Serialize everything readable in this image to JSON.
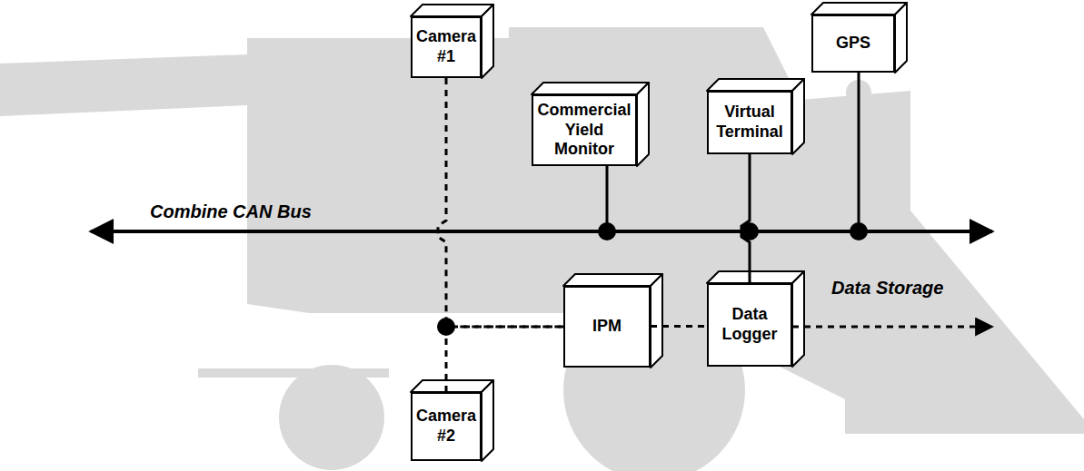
{
  "diagram": {
    "nodes": [
      {
        "text": [
          "Camera #1"
        ]
      },
      {
        "text": [
          "Commercial Yield Monitor"
        ]
      },
      {
        "text": [
          "Virtual Terminal"
        ]
      },
      {
        "text": [
          "GPS"
        ]
      },
      {
        "text": [
          "IPM"
        ]
      },
      {
        "text": [
          "Data Logger"
        ]
      },
      {
        "text": [
          "Camera #2"
        ]
      }
    ],
    "edges": [
      {
        "from": 0,
        "to": 4,
        "arrow": "none"
      },
      {
        "from": 6,
        "to": 4,
        "arrow": "none"
      },
      {
        "from": 4,
        "to": 5,
        "arrow": "none"
      },
      {
        "from": 2,
        "to": 5,
        "arrow": "none"
      }
    ],
    "labels": [
      "Combine CAN Bus",
      "Data Storage"
    ]
  }
}
